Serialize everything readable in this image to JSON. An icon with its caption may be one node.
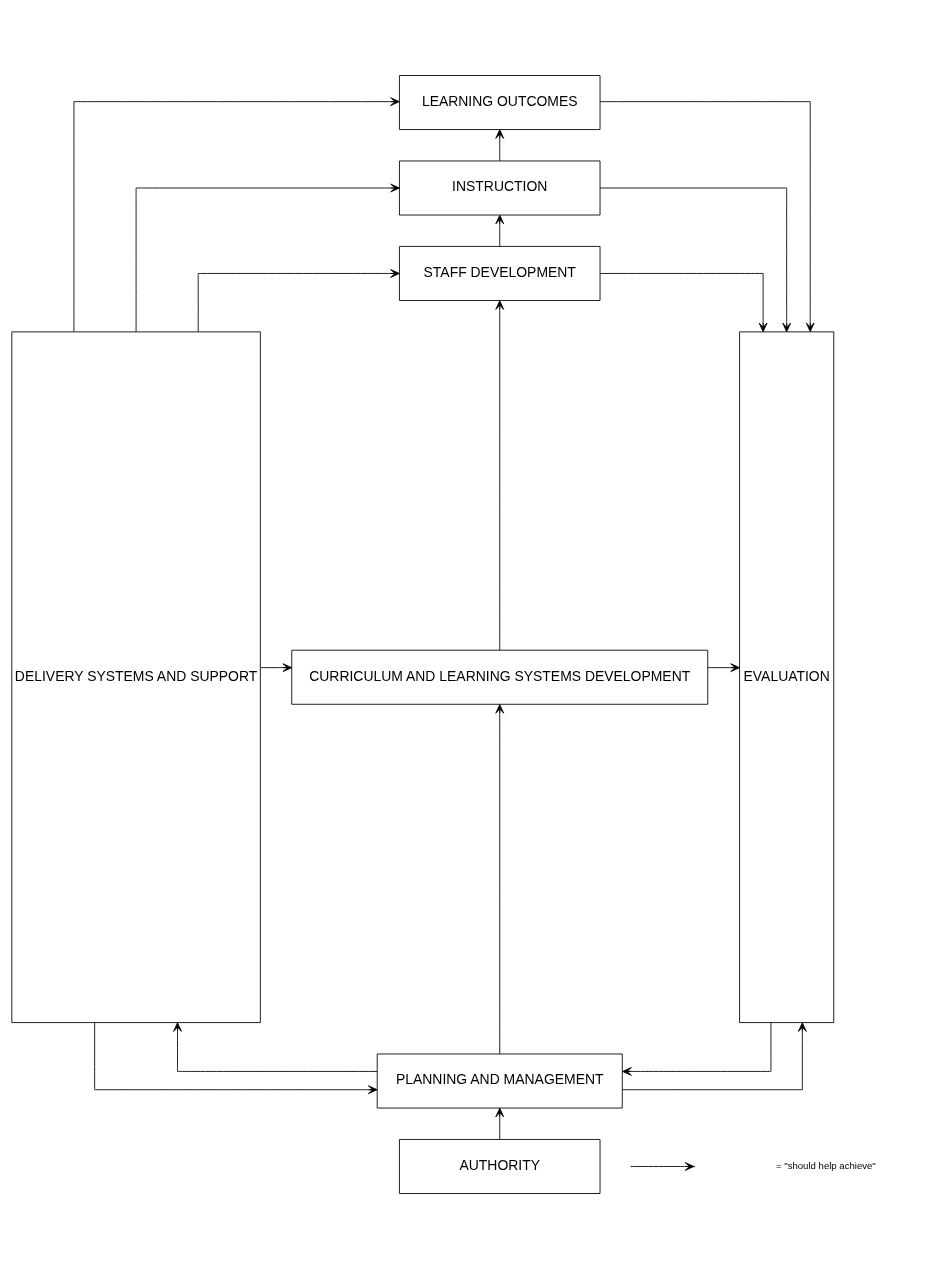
{
  "diagram": {
    "nodes": [
      {
        "text": [
          "DELIVERY SYSTEMS AND SUPPORT"
        ]
      },
      {
        "text": [
          "LEARNING OUTCOMES"
        ]
      },
      {
        "text": [
          "INSTRUCTION"
        ]
      },
      {
        "text": [
          "STAFF DEVELOPMENT"
        ]
      },
      {
        "text": [
          "CURRICULUM AND LEARNING SYSTEMS DEVELOPMENT"
        ]
      },
      {
        "text": [
          "PLANNING AND MANAGEMENT"
        ]
      },
      {
        "text": [
          "AUTHORITY"
        ]
      },
      {
        "text": [
          "EVALUATION"
        ]
      }
    ],
    "edges": [
      {
        "from": 0,
        "to": 1,
        "arrow": "to"
      },
      {
        "from": 0,
        "to": 2,
        "arrow": "to"
      },
      {
        "from": 0,
        "to": 3,
        "arrow": "to"
      },
      {
        "from": 0,
        "to": 4,
        "arrow": "to"
      },
      {
        "from": 0,
        "to": 5,
        "arrow": "to"
      },
      {
        "from": 5,
        "to": 0,
        "arrow": "to"
      },
      {
        "from": 1,
        "to": 7,
        "arrow": "to"
      },
      {
        "from": 2,
        "to": 7,
        "arrow": "to"
      },
      {
        "from": 3,
        "to": 7,
        "arrow": "to"
      },
      {
        "from": 4,
        "to": 7,
        "arrow": "to"
      },
      {
        "from": 5,
        "to": 7,
        "arrow": "to"
      },
      {
        "from": 7,
        "to": 5,
        "arrow": "to"
      },
      {
        "from": 2,
        "to": 1,
        "arrow": "to"
      },
      {
        "from": 3,
        "to": 2,
        "arrow": "to"
      },
      {
        "from": 4,
        "to": 3,
        "arrow": "to"
      },
      {
        "from": 5,
        "to": 4,
        "arrow": "to"
      },
      {
        "from": 6,
        "to": 5,
        "arrow": "to"
      }
    ],
    "legend": [
      {
        "text": "= \"should help achieve\""
      }
    ]
  }
}
